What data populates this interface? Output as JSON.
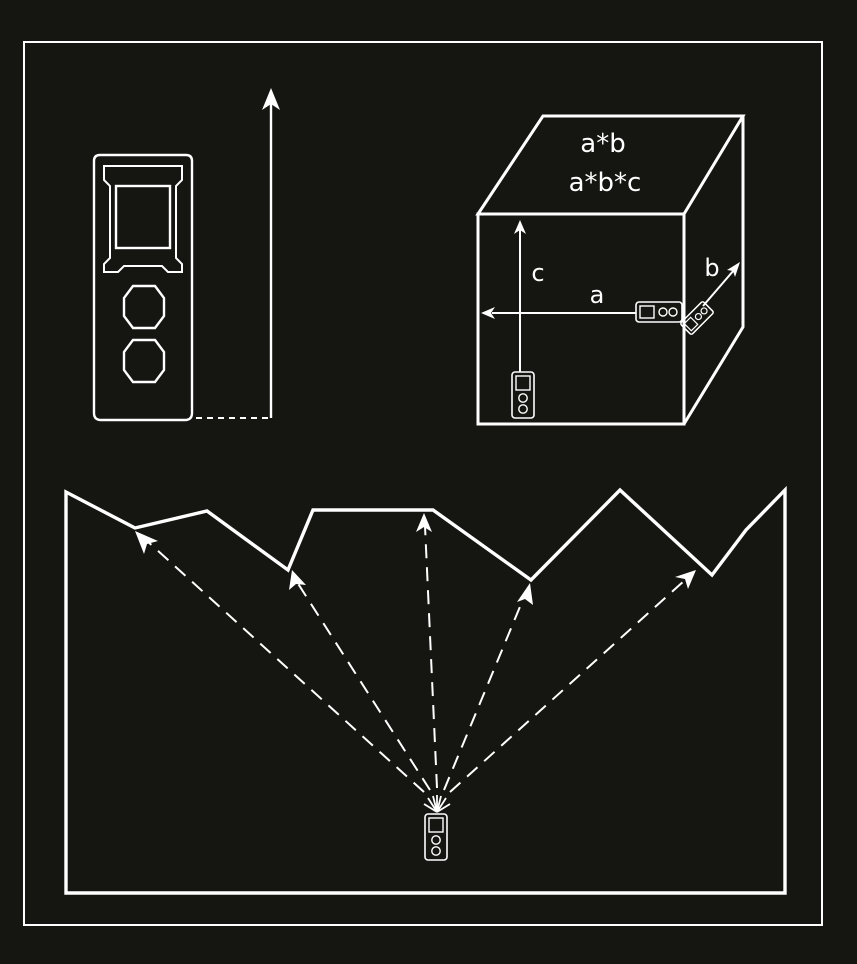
{
  "colors": {
    "background": "#151511",
    "line": "#ffffff"
  },
  "icons": [
    "laser-distance-meter-icon",
    "arrow-icon"
  ],
  "volume_panel": {
    "area_formula": "a*b",
    "volume_formula": "a*b*c",
    "label_a": "a",
    "label_b": "b",
    "label_c": "c"
  }
}
